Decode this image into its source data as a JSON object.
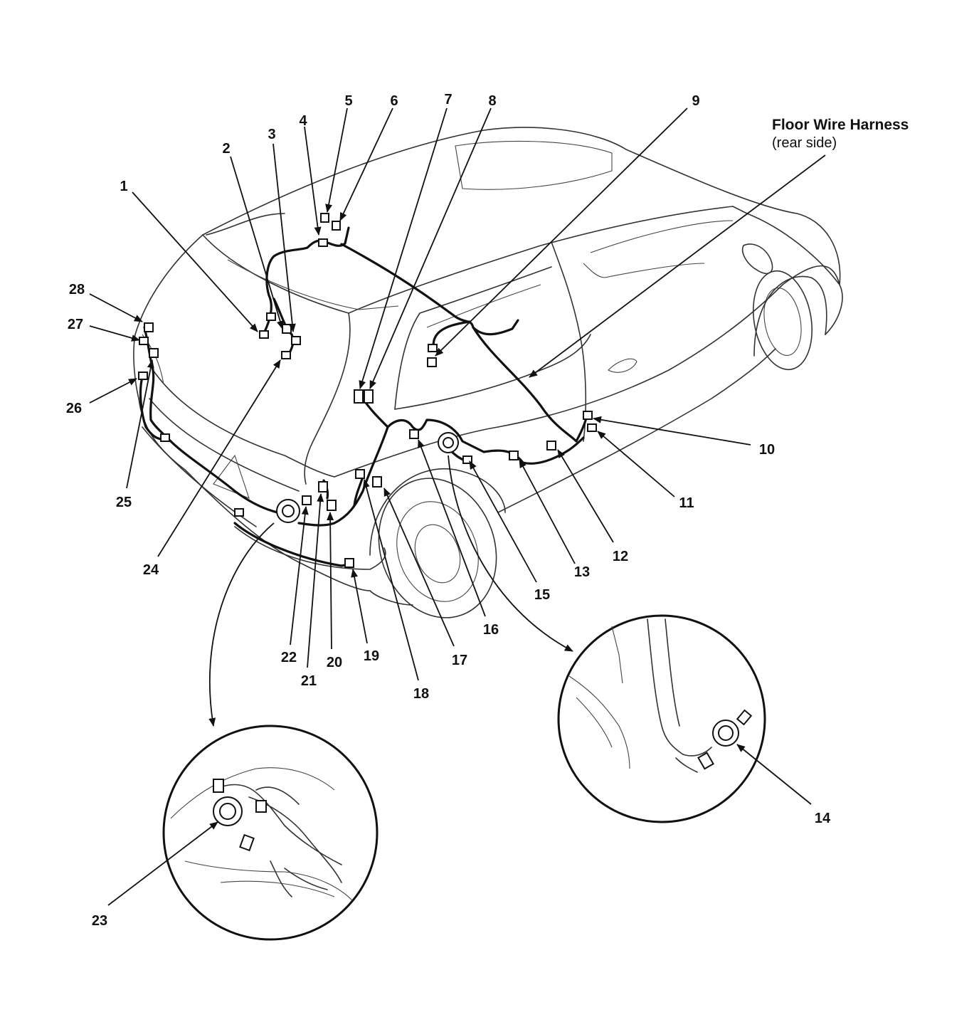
{
  "title": "Floor Wire Harness",
  "subtitle": "(rear side)",
  "callouts": [
    {
      "id": "1",
      "label": "1"
    },
    {
      "id": "2",
      "label": "2"
    },
    {
      "id": "3",
      "label": "3"
    },
    {
      "id": "4",
      "label": "4"
    },
    {
      "id": "5",
      "label": "5"
    },
    {
      "id": "6",
      "label": "6"
    },
    {
      "id": "7",
      "label": "7"
    },
    {
      "id": "8",
      "label": "8"
    },
    {
      "id": "9",
      "label": "9"
    },
    {
      "id": "10",
      "label": "10"
    },
    {
      "id": "11",
      "label": "11"
    },
    {
      "id": "12",
      "label": "12"
    },
    {
      "id": "13",
      "label": "13"
    },
    {
      "id": "14",
      "label": "14"
    },
    {
      "id": "15",
      "label": "15"
    },
    {
      "id": "16",
      "label": "16"
    },
    {
      "id": "17",
      "label": "17"
    },
    {
      "id": "18",
      "label": "18"
    },
    {
      "id": "19",
      "label": "19"
    },
    {
      "id": "20",
      "label": "20"
    },
    {
      "id": "21",
      "label": "21"
    },
    {
      "id": "22",
      "label": "22"
    },
    {
      "id": "23",
      "label": "23"
    },
    {
      "id": "24",
      "label": "24"
    },
    {
      "id": "25",
      "label": "25"
    },
    {
      "id": "26",
      "label": "26"
    },
    {
      "id": "27",
      "label": "27"
    },
    {
      "id": "28",
      "label": "28"
    }
  ]
}
